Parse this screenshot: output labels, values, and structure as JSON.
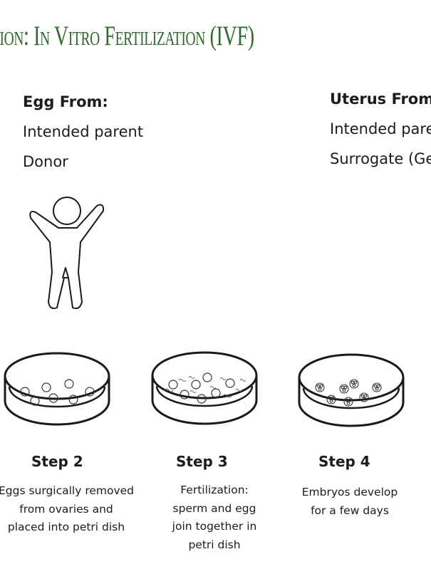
{
  "title": "tion: In Vitro Fertilization (IVF)",
  "egg_column": {
    "heading": "Egg From:",
    "options": [
      "Intended parent",
      "Donor"
    ],
    "clipped_prefix": "t"
  },
  "uterus_column": {
    "heading": "Uterus From:",
    "options": [
      "Intended pare",
      "Surrogate (Ge"
    ]
  },
  "steps": [
    {
      "label": "Step 2",
      "description": [
        "Eggs surgically removed",
        "from ovaries and",
        "placed into petri dish"
      ]
    },
    {
      "label": "Step 3",
      "description": [
        "Fertilization:",
        "sperm and egg",
        "join together in",
        "petri dish"
      ]
    },
    {
      "label": "Step 4",
      "description": [
        "Embryos develop",
        "for a few days"
      ]
    }
  ],
  "icons": {
    "person": "person-arms-raised-icon",
    "dish_eggs": "petri-dish-eggs-icon",
    "dish_fertilization": "petri-dish-fertilization-icon",
    "dish_embryos": "petri-dish-embryos-icon"
  },
  "colors": {
    "title": "#2e6b2c",
    "text": "#1c1c1c",
    "line": "#1a1a1a"
  }
}
